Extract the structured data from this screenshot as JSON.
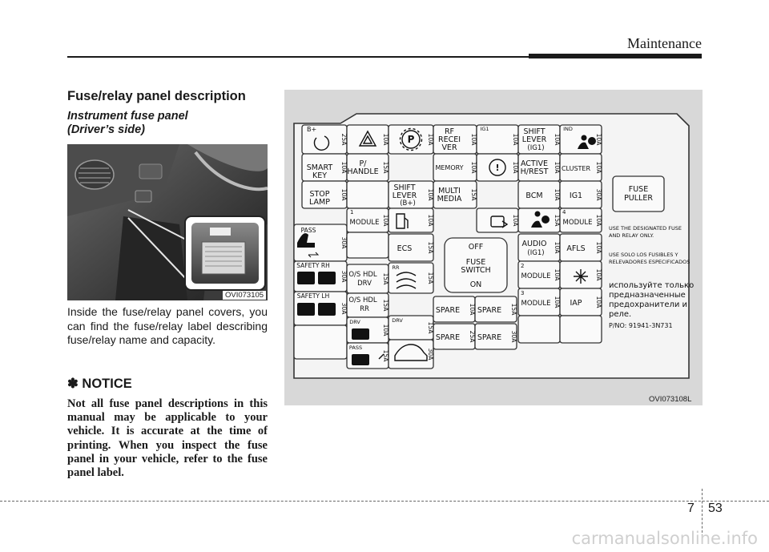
{
  "header": {
    "title": "Maintenance"
  },
  "section": {
    "title": "Fuse/relay panel description",
    "subtitle_line1": "Instrument fuse panel",
    "subtitle_line2": "(Driver’s side)"
  },
  "photo": {
    "caption": "OVI073105"
  },
  "body": {
    "paragraph": "Inside the fuse/relay panel covers, you can find the fuse/relay label describing fuse/relay name and capacity."
  },
  "notice": {
    "heading": "✽ NOTICE",
    "text": "Not all fuse panel descriptions in this manual may be applicable to your vehicle. It is accurate at the time of printing. When you inspect the fuse panel in your vehicle, refer to the fuse panel label."
  },
  "diagram": {
    "caption": "OVI073108L",
    "labels": {
      "b_plus": "B+",
      "b_plus_amp": "25A",
      "smart_key_1": "SMART",
      "smart_key_2": "KEY",
      "smart_key_amp": "10A",
      "stop_lamp_1": "STOP",
      "stop_lamp_2": "LAMP",
      "stop_lamp_amp": "10A",
      "hazard_amp": "10A",
      "p_handle_1": "P/",
      "p_handle_2": "HANDLE",
      "p_handle_amp": "15A",
      "module1_num": "1",
      "module1": "MODULE",
      "module1_amp": "10A",
      "pass_seat": "PASS",
      "pass_seat_amp": "30A",
      "safety_rh": "SAFETY RH",
      "safety_rh_amp": "30A",
      "safety_lh": "SAFETY LH",
      "safety_lh_amp": "30A",
      "os_hdl_drv_1": "O/S HDL",
      "os_hdl_drv_2": "DRV",
      "os_hdl_drv_amp": "15A",
      "os_hdl_rr_1": "O/S HDL",
      "os_hdl_rr_2": "RR",
      "os_hdl_rr_amp": "15A",
      "drv_small": "DRV",
      "drv_amp": "10A",
      "pass_small": "PASS",
      "pass_small_amp": "15A",
      "epb_amp": "10A",
      "shift_bplus_1": "SHIFT",
      "shift_bplus_2": "LEVER",
      "shift_bplus_3": "(B+)",
      "shift_bplus_amp": "10A",
      "fuel_amp": "10A",
      "ecs": "ECS",
      "ecs_amp": "15A",
      "rr_small": "RR",
      "rr_amp": "15A",
      "drv_seat_small": "DRV",
      "drv_seat_amp": "15A",
      "trunk_amp": "30A",
      "rf_receiver_1": "RF",
      "rf_receiver_2": "RECEI",
      "rf_receiver_3": "VER",
      "rf_receiver_amp": "10A",
      "memory": "MEMORY",
      "memory_amp": "10A",
      "multimedia_1": "MULTI",
      "multimedia_2": "MEDIA",
      "multimedia_amp": "15A",
      "fuse_switch_off": "OFF",
      "fuse_switch_1": "FUSE",
      "fuse_switch_2": "SWITCH",
      "fuse_switch_on": "ON",
      "spare_1": "SPARE",
      "spare_1_amp": "10A",
      "spare_2": "SPARE",
      "spare_2_amp": "25A",
      "spare_3": "SPARE",
      "spare_3_amp": "15A",
      "spare_4": "SPARE",
      "spare_4_amp": "30A",
      "ig1_small": "IG1",
      "ig1_icon_amp": "10A",
      "tpms_amp": "10A",
      "hud_amp": "10A",
      "shift_ig1_1": "SHIFT",
      "shift_ig1_2": "LEVER",
      "shift_ig1_3": "(IG1)",
      "shift_ig1_amp": "10A",
      "active_hrest_1": "ACTIVE",
      "active_hrest_2": "H/REST",
      "active_hrest_amp": "10A",
      "bcm": "BCM",
      "bcm_amp": "10A",
      "airbag_ind_amp": "15A",
      "audio_1": "AUDIO",
      "audio_2": "(IG1)",
      "audio_amp": "10A",
      "module2_num": "2",
      "module2": "MODULE",
      "module2_amp": "10A",
      "module3_num": "3",
      "module3": "MODULE",
      "module3_amp": "10A",
      "ind_small": "IND",
      "ind_amp": "10A",
      "cluster": "CLUSTER",
      "cluster_amp": "10A",
      "ig1": "IG1",
      "ig1_amp": "30A",
      "module4_num": "4",
      "module4": "MODULE",
      "module4_amp": "10A",
      "afls": "AFLS",
      "afls_amp": "10A",
      "aircon_amp": "10A",
      "iap": "IAP",
      "iap_amp": "10A",
      "fuse_puller_1": "FUSE",
      "fuse_puller_2": "PULLER",
      "note_en_1": "USE THE DESIGNATED FUSE",
      "note_en_2": "AND RELAY ONLY.",
      "note_es_1": "USE SOLO LOS FUSIBLES Y",
      "note_es_2": "RELEVADORES ESPECIFICADOS",
      "note_ru_1": "используйте только",
      "note_ru_2": "предназначенные",
      "note_ru_3": "предохранители и",
      "note_ru_4": "реле.",
      "part_no": "P/NO: 91941-3N731"
    }
  },
  "footer": {
    "chapter": "7",
    "page": "53"
  },
  "watermark": "carmanualsonline.info"
}
